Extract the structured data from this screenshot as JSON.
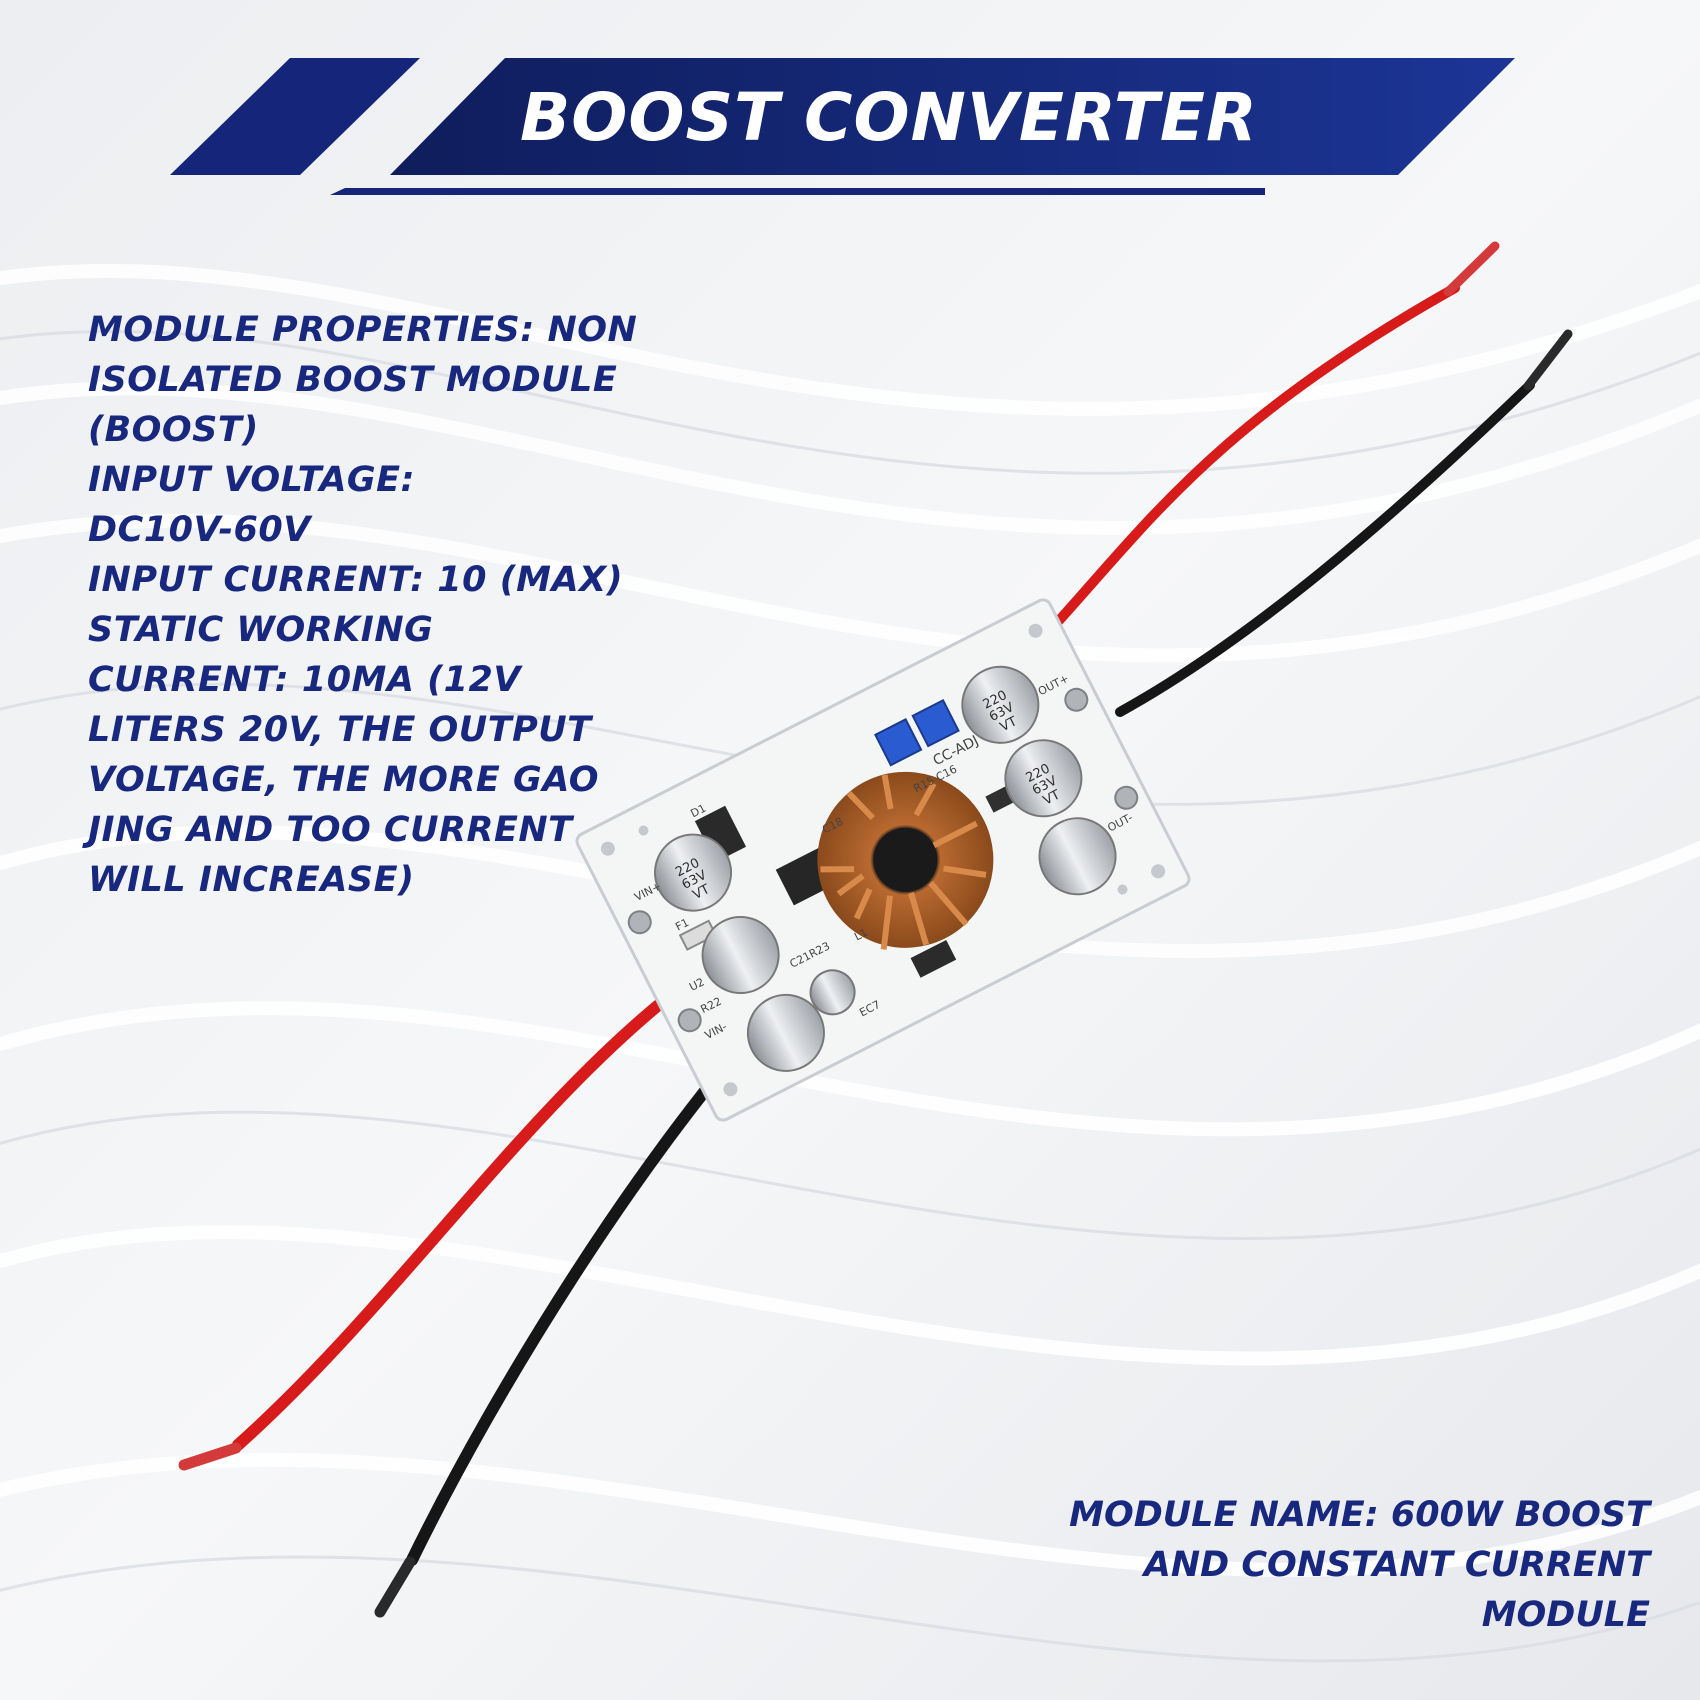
{
  "banner": {
    "title": "BOOST CONVERTER",
    "colors": {
      "dark": "#0f1d5c",
      "mid": "#1a2f8a",
      "accent_light": "#2742b0"
    }
  },
  "specs": {
    "lines": [
      "MODULE PROPERTIES: NON",
      "ISOLATED BOOST MODULE",
      "(BOOST)",
      "INPUT VOLTAGE:",
      "DC10V-60V",
      "INPUT CURRENT: 10 (MAX)",
      "STATIC WORKING",
      "CURRENT: 10MA (12V",
      "LITERS 20V, THE OUTPUT",
      "VOLTAGE, THE MORE GAO",
      "JING AND TOO CURRENT",
      "WILL INCREASE)"
    ]
  },
  "module_name": {
    "lines": [
      "MODULE NAME: 600W BOOST",
      "AND CONSTANT CURRENT",
      "MODULE"
    ]
  },
  "board": {
    "capacitor_labels": [
      "220",
      "63V",
      "VT"
    ],
    "silkscreen": {
      "out_plus": "OUT+",
      "out_minus": "OUT-",
      "vin_plus": "VIN+",
      "vin_minus": "VIN-",
      "cc_adj": "CC-ADJ",
      "f1": "F1",
      "d1": "D1",
      "l1": "L1",
      "u2": "U2",
      "r22": "R22",
      "c21r23": "C21R23",
      "ec7": "EC7",
      "c18": "C18",
      "r15c16": "R15 C16"
    }
  }
}
